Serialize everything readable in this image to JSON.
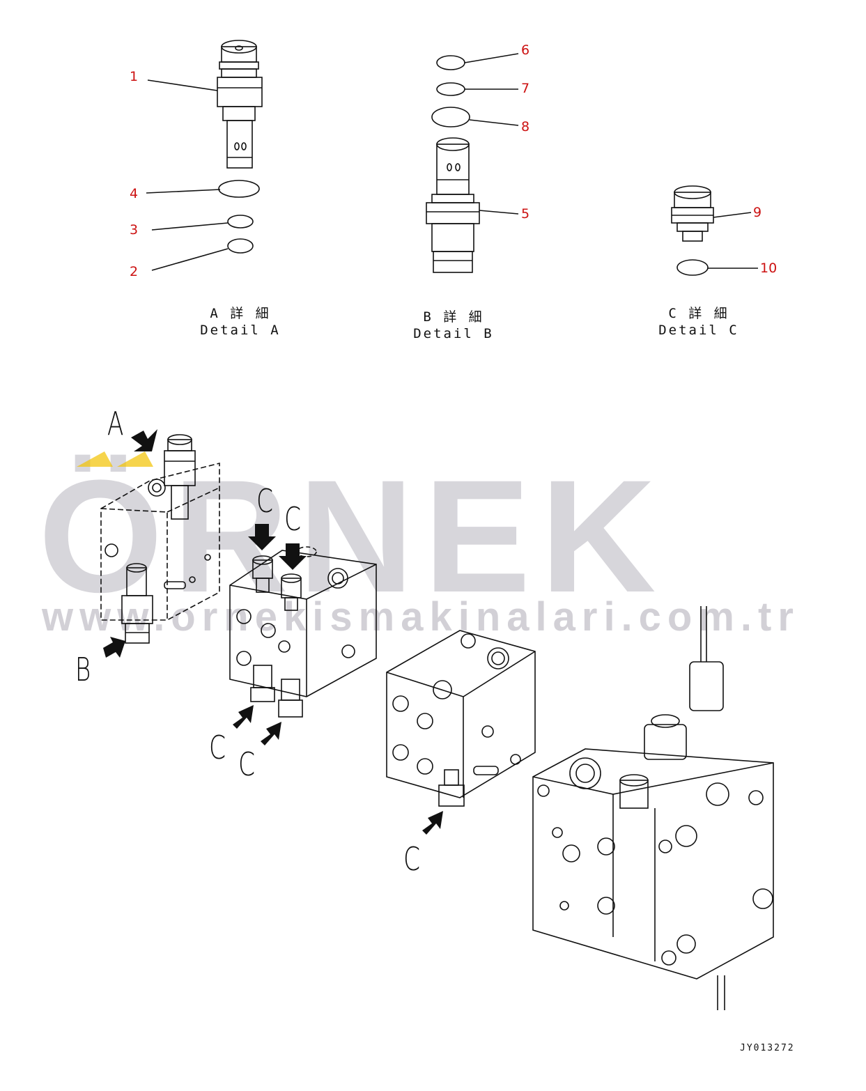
{
  "watermark": {
    "brand": "ÖRNEK",
    "url": "www.ornekismakinalari.com.tr",
    "accent_color": "#f2c200",
    "text_color": "#c7c5cc"
  },
  "details": [
    {
      "jp": "A 詳 細",
      "en": "Detail A"
    },
    {
      "jp": "B 詳 細",
      "en": "Detail B"
    },
    {
      "jp": "C 詳 細",
      "en": "Detail C"
    }
  ],
  "callouts": [
    "1",
    "2",
    "3",
    "4",
    "5",
    "6",
    "7",
    "8",
    "9",
    "10"
  ],
  "view_letters": {
    "a": "A",
    "b": "B",
    "c": "C"
  },
  "drawing_code": "JY013272",
  "colors": {
    "callout": "#cc1111",
    "line": "#111111"
  }
}
